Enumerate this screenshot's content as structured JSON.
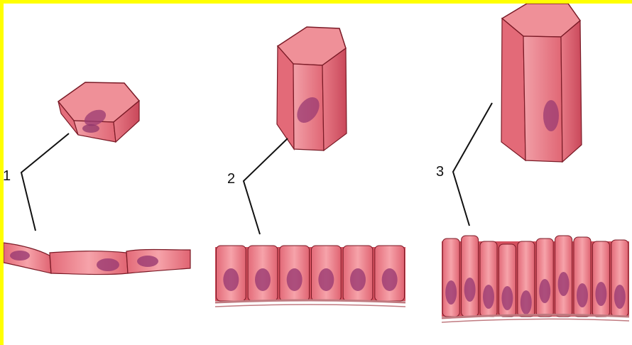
{
  "frame_color": "#ffff00",
  "colors": {
    "cell_fill": "#e8707c",
    "cell_fill_light": "#f6a8ae",
    "cell_top": "#ec8a94",
    "cell_side": "#d4505e",
    "cell_outline": "#7a1a26",
    "nucleus": "#9a3a72",
    "basement_membrane": "#c07a80"
  },
  "labels": [
    {
      "id": "1",
      "text": "1"
    },
    {
      "id": "2",
      "text": "2"
    },
    {
      "id": "3",
      "text": "3"
    }
  ]
}
